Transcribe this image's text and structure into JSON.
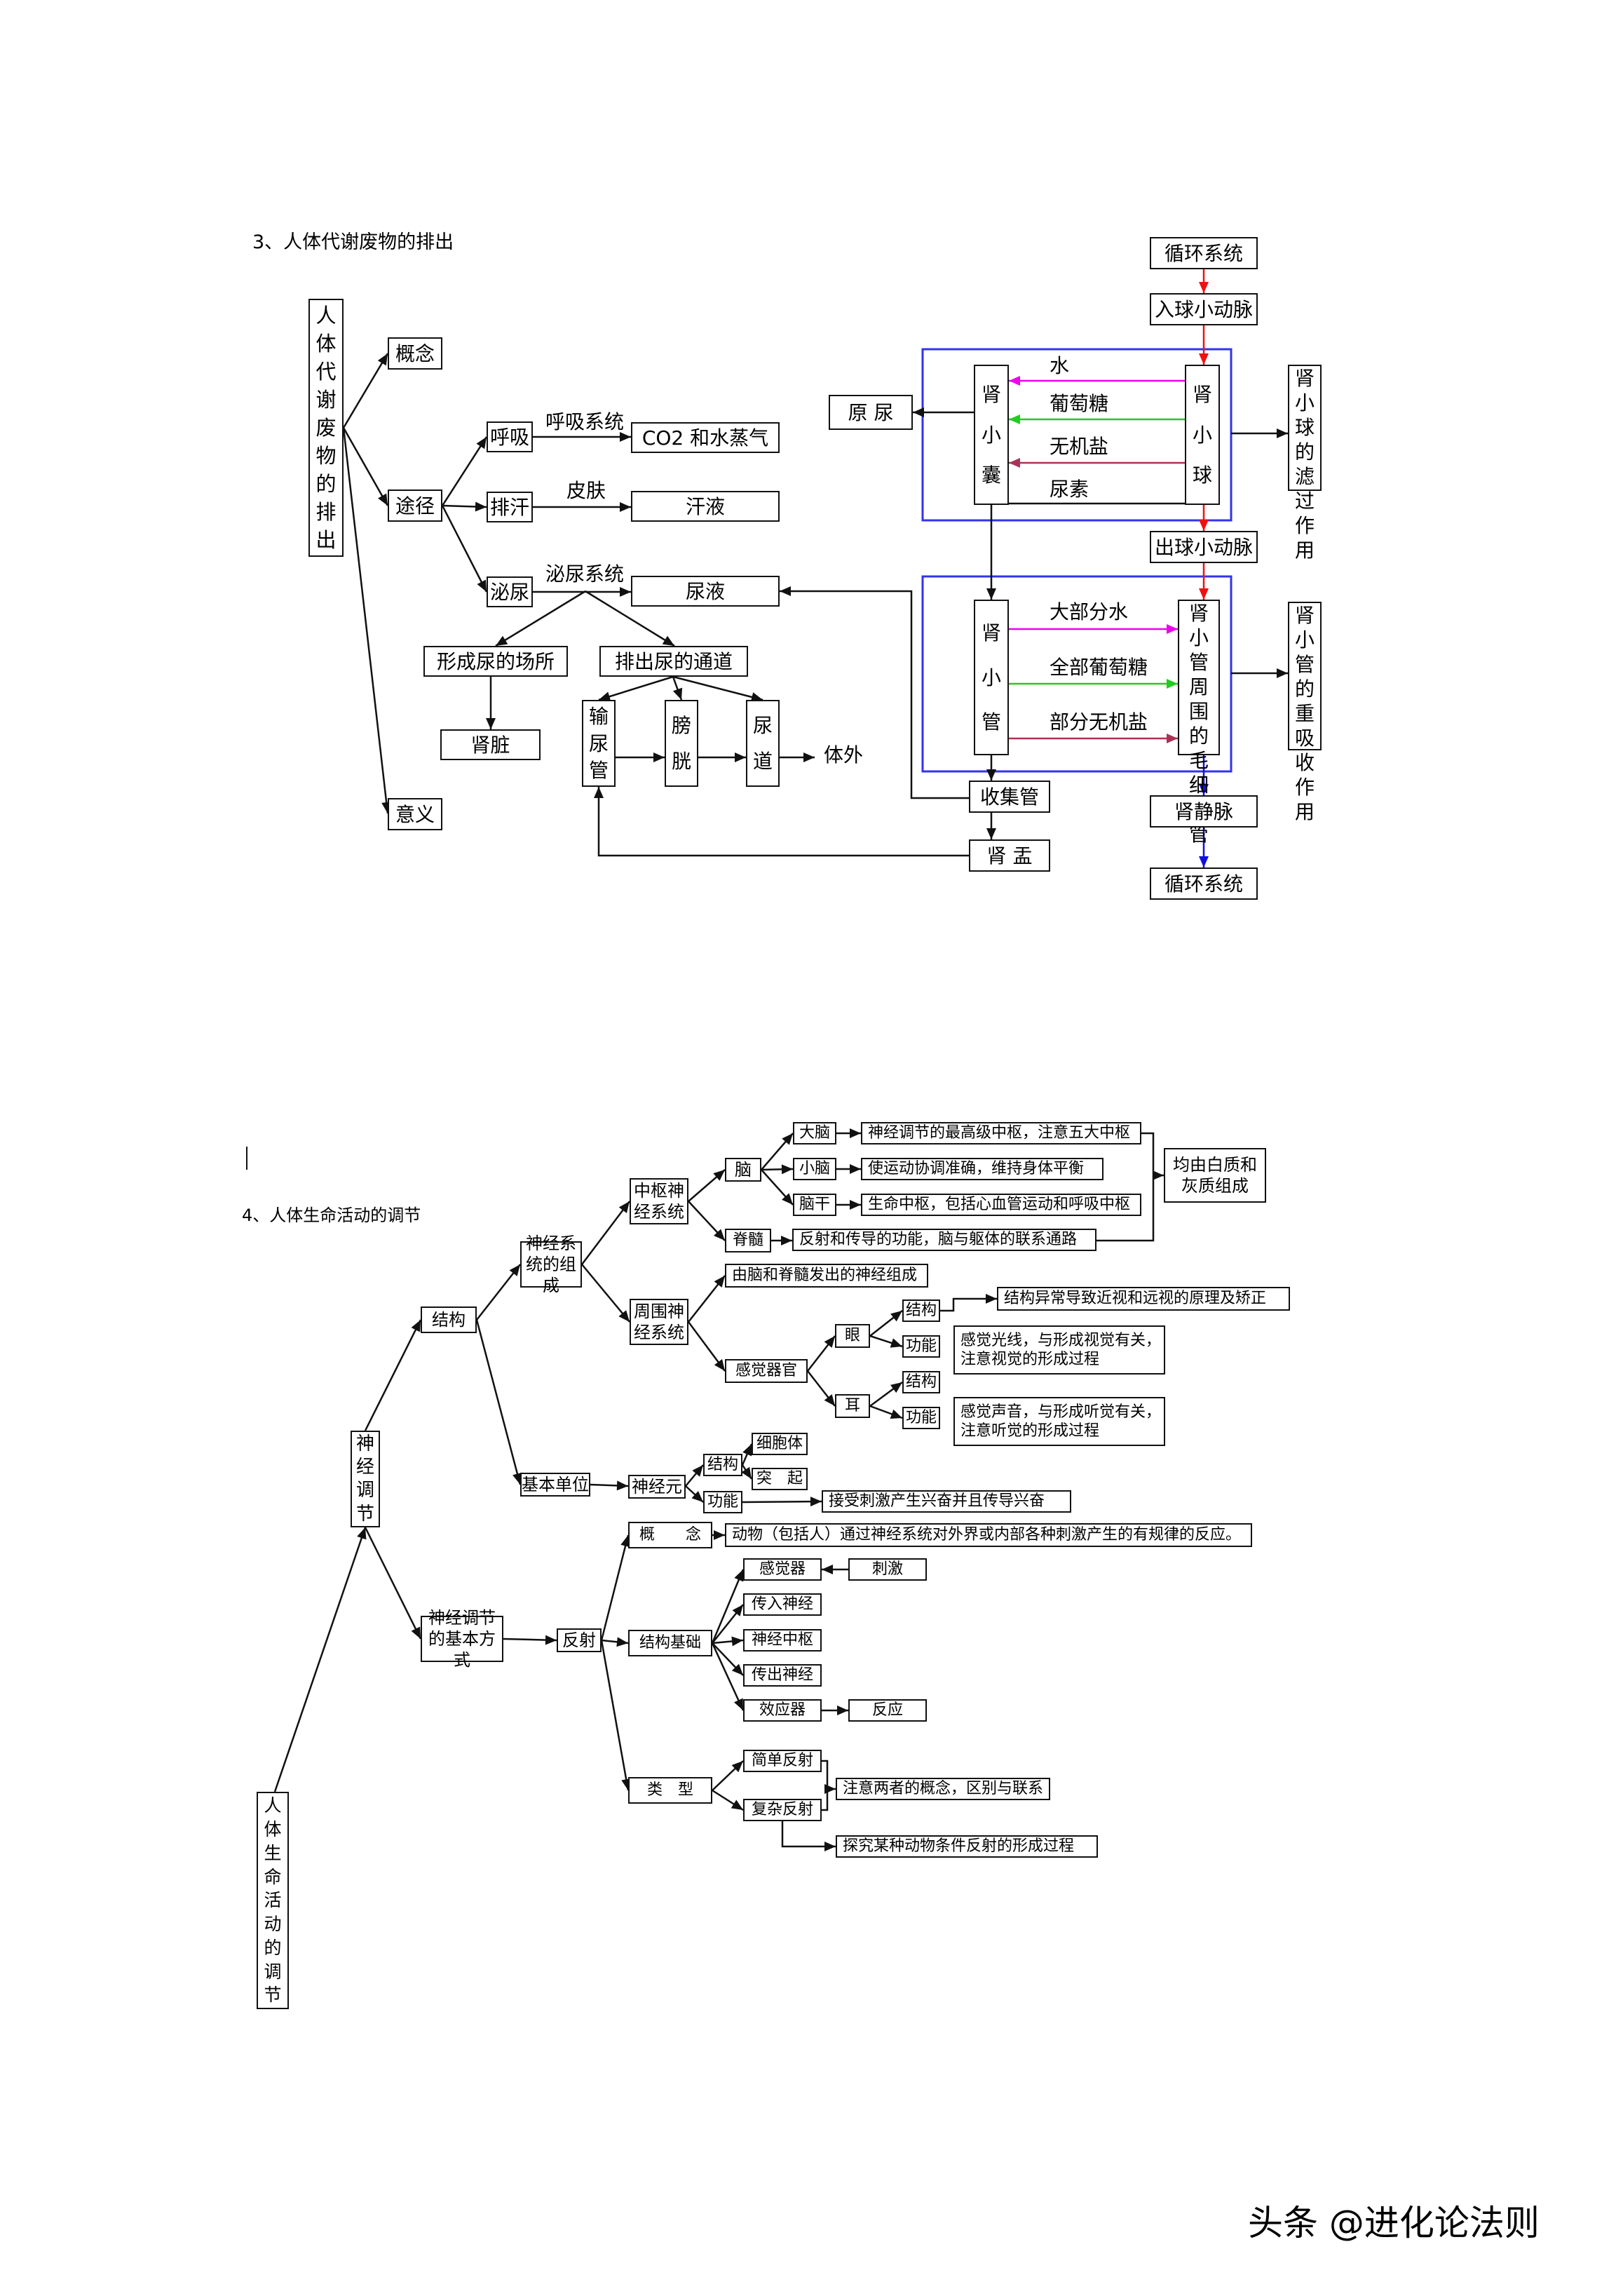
{
  "excretion": {
    "heading": "3、人体代谢废物的排出",
    "root": "人体代谢废物的排出",
    "concept": "概念",
    "route": "途径",
    "meaning": "意义",
    "breathe": "呼吸",
    "sweat": "排汗",
    "urinate": "泌尿",
    "respiratory_system": "呼吸系统",
    "skin": "皮肤",
    "urinary_system": "泌尿系统",
    "co2": "CO2 和水蒸气",
    "sweat_liquid": "汗液",
    "urine": "尿液",
    "form_place": "形成尿的场所",
    "discharge_path": "排出尿的通道",
    "kidney": "肾脏",
    "ureter": "输尿管",
    "bladder": "膀胱",
    "urethra": "尿道",
    "outside": "体外",
    "circulation_top": "循环系统",
    "afferent": "入球小动脉",
    "efferent": "出球小动脉",
    "primary_urine": "原 尿",
    "capsule": "肾小囊",
    "glomerulus": "肾小球",
    "water": "水",
    "glucose": "葡萄糖",
    "salts": "无机盐",
    "urea": "尿素",
    "filtration": "肾小球的滤过作用",
    "tubule": "肾小管",
    "capillaries": "肾小管周围的毛细血管",
    "most_water": "大部分水",
    "all_glucose": "全部葡萄糖",
    "part_salts": "部分无机盐",
    "reabsorption": "肾小管的重吸收作用",
    "collecting_duct": "收集管",
    "renal_pelvis": "肾 盂",
    "renal_vein": "肾静脉",
    "circulation_bottom": "循环系统"
  },
  "nervous": {
    "heading": "4、人体生命活动的调节",
    "root": "人体生命活动的调节",
    "neural_regulation": "神经调节",
    "structure": "结构",
    "system_composition": "神经系统的组成",
    "cns": "中枢神经系统",
    "brain": "脑",
    "cerebrum": "大脑",
    "cerebellum": "小脑",
    "brainstem": "脑干",
    "spinal_cord": "脊髓",
    "cerebrum_desc": "神经调节的最高级中枢，注意五大中枢",
    "cerebellum_desc": "使运动协调准确，维持身体平衡",
    "brainstem_desc": "生命中枢，包括心血管运动和呼吸中枢",
    "spinal_desc": "反射和传导的功能，脑与躯体的联系通路",
    "matter_note": "均由白质和灰质组成",
    "pns": "周围神经系统",
    "pns_desc": "由脑和脊髓发出的神经组成",
    "sense_organs": "感觉器官",
    "eye": "眼",
    "ear": "耳",
    "eye_structure": "结构",
    "eye_function": "功能",
    "ear_structure": "结构",
    "ear_function": "功能",
    "eye_structure_desc": "结构异常导致近视和远视的原理及矫正",
    "eye_function_desc": "感觉光线，与形成视觉有关，\n注意视觉的形成过程",
    "ear_function_desc": "感觉声音，与形成听觉有关，\n注意听觉的形成过程",
    "basic_unit": "基本单位",
    "neuron": "神经元",
    "neuron_structure": "结构",
    "neuron_function": "功能",
    "cell_body": "细胞体",
    "process": "突　起",
    "neuron_function_desc": "接受刺激产生兴奋并且传导兴奋",
    "basic_way": "神经调节的基本方式",
    "reflex": "反射",
    "reflex_concept": "概　　念",
    "reflex_concept_desc": "动物（包括人）通过神经系统对外界或内部各种刺激产生的有规律的反应。",
    "reflex_arc": "结构基础",
    "receptor": "感觉器",
    "stimulus": "刺激",
    "afferent_nerve": "传入神经",
    "nerve_center": "神经中枢",
    "efferent_nerve": "传出神经",
    "effector": "效应器",
    "response": "反应",
    "types": "类　型",
    "simple_reflex": "简单反射",
    "complex_reflex": "复杂反射",
    "types_note": "注意两者的概念，区别与联系",
    "explore_note": "探究某种动物条件反射的形成过程"
  },
  "watermark": "头条 @进化论法则",
  "colors": {
    "red": "#ee1111",
    "magenta": "#ee00ee",
    "green": "#22cc22",
    "maroon": "#aa3355",
    "blue": "#1111dd",
    "frame": "#3333ee",
    "line": "#111111"
  }
}
